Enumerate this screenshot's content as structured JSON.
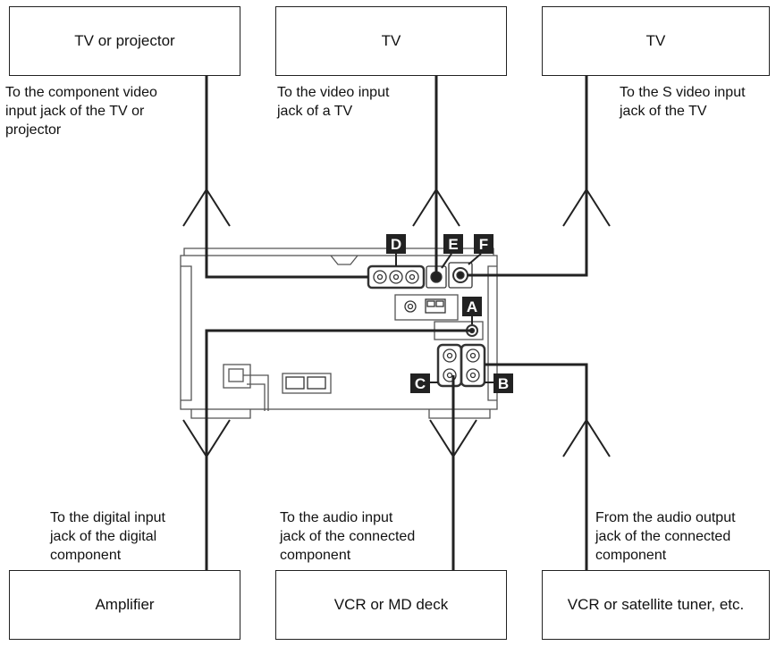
{
  "devices": {
    "top_left": "TV or projector",
    "top_center": "TV",
    "top_right": "TV",
    "bottom_left": "Amplifier",
    "bottom_center": "VCR or MD deck",
    "bottom_right": "VCR or satellite tuner, etc."
  },
  "captions": {
    "component_video": "To the component video\ninput jack of the TV or\nprojector",
    "video_input": "To the video input\njack of a TV",
    "s_video": "To the S video input\njack of the TV",
    "digital_input": "To the digital input\njack of the digital\ncomponent",
    "audio_input": "To the audio input\njack of the connected\ncomponent",
    "audio_output": "From the audio output\njack of the connected\ncomponent"
  },
  "labels": {
    "A": "A",
    "B": "B",
    "C": "C",
    "D": "D",
    "E": "E",
    "F": "F"
  },
  "colors": {
    "line": "#222222",
    "badge": "#222222",
    "panel": "#555555"
  }
}
